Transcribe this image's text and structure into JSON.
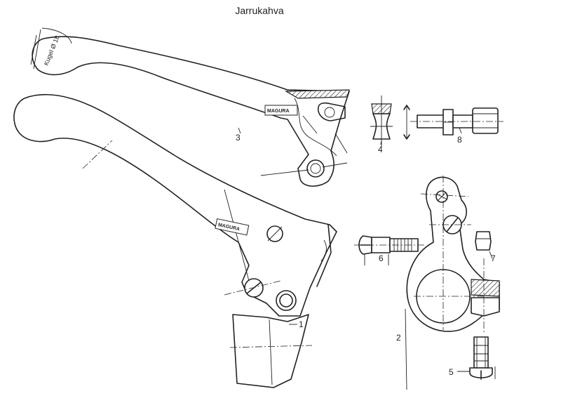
{
  "title": "Jarrukahva",
  "brand_label": "MAGURA",
  "ball_label": "Kugel Ø 18",
  "callouts": {
    "part_1": "1",
    "part_2": "2",
    "part_3": "3",
    "part_4": "4",
    "part_5": "5",
    "part_6": "6",
    "part_7": "7",
    "part_8": "8"
  }
}
